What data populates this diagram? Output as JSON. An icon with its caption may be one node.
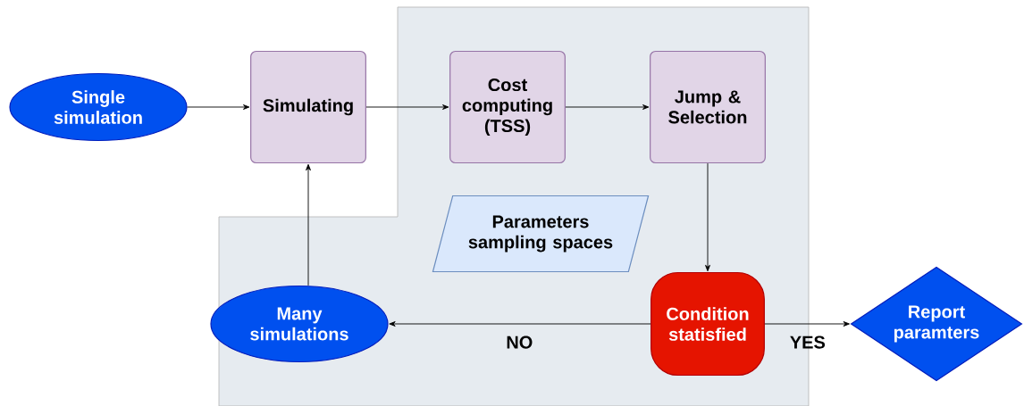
{
  "diagram": {
    "nodes": [
      {
        "text": [
          "Single simulation"
        ]
      },
      {
        "text": [
          "Simulating"
        ]
      },
      {
        "text": [
          "Cost computing (TSS)"
        ]
      },
      {
        "text": [
          "Jump & Selection"
        ]
      },
      {
        "text": [
          "Parameters sampling spaces"
        ]
      },
      {
        "text": [
          "Condition statisfied"
        ]
      },
      {
        "text": [
          "Many simulations"
        ]
      },
      {
        "text": [
          "Report paramters"
        ]
      }
    ],
    "edges": [
      {
        "from": 0,
        "to": 1,
        "arrow": "to"
      },
      {
        "from": 1,
        "to": 2,
        "arrow": "to"
      },
      {
        "from": 2,
        "to": 3,
        "arrow": "to"
      },
      {
        "from": 3,
        "to": 5,
        "arrow": "to"
      },
      {
        "from": 5,
        "to": 6,
        "arrow": "to",
        "label": "NO"
      },
      {
        "from": 5,
        "to": 7,
        "arrow": "to",
        "label": "YES"
      },
      {
        "from": 6,
        "to": 1,
        "arrow": "to"
      }
    ]
  }
}
